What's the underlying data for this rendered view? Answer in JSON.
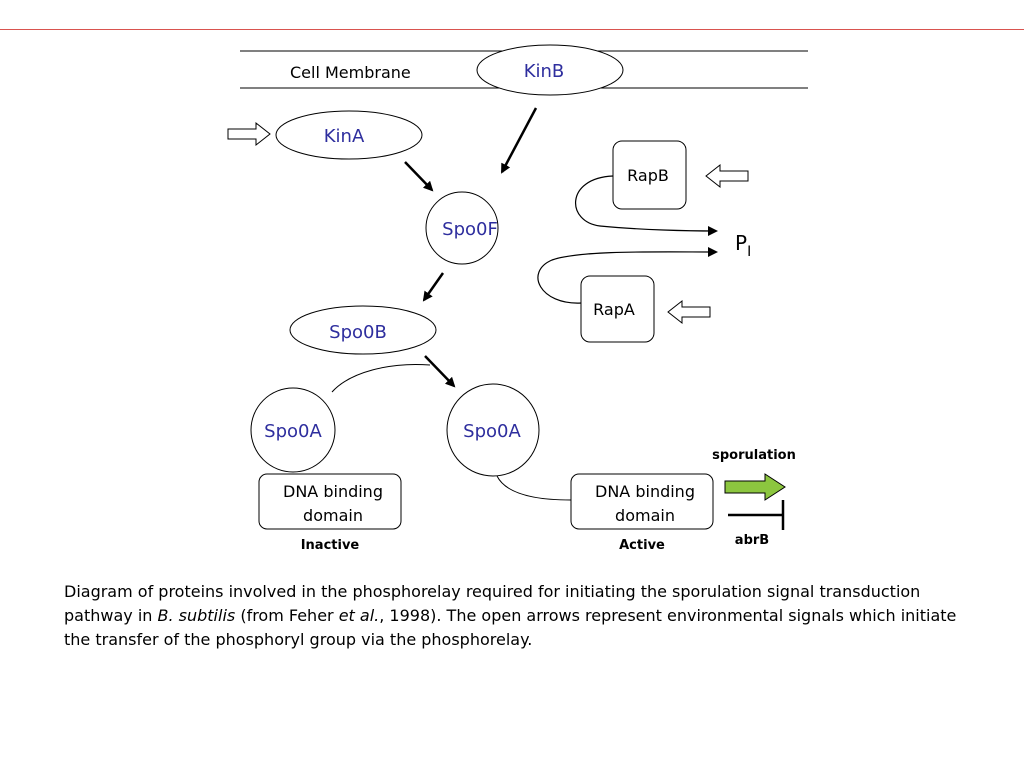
{
  "diagram": {
    "membrane_label": "Cell Membrane",
    "kinB": "KinB",
    "kinA": "KinA",
    "spo0F": "Spo0F",
    "spo0B": "Spo0B",
    "spo0A_inactive": "Spo0A",
    "spo0A_active": "Spo0A",
    "rapB": "RapB",
    "rapA": "RapA",
    "pi_main": "P",
    "pi_sub": "I",
    "dna_inactive_line1": "DNA binding",
    "dna_inactive_line2": "domain",
    "dna_active_line1": "DNA binding",
    "dna_active_line2": "domain",
    "inactive_label": "Inactive",
    "active_label": "Active",
    "sporulation_label": "sporulation",
    "abrB_label": "abrB",
    "colors": {
      "protein_text": "#2e2e9e",
      "sporulation_arrow": "#8cc63f",
      "top_rule": "#d9534f"
    }
  },
  "caption": {
    "part1": "Diagram of proteins involved in the phosphorelay required for initiating the sporulation signal transduction pathway in ",
    "organism": "B. subtilis",
    "part2": " (from Feher ",
    "etal": "et al.",
    "part3": ", 1998). The open arrows represent environmental signals which initiate the transfer of the phosphoryl group via the phosphorelay."
  }
}
